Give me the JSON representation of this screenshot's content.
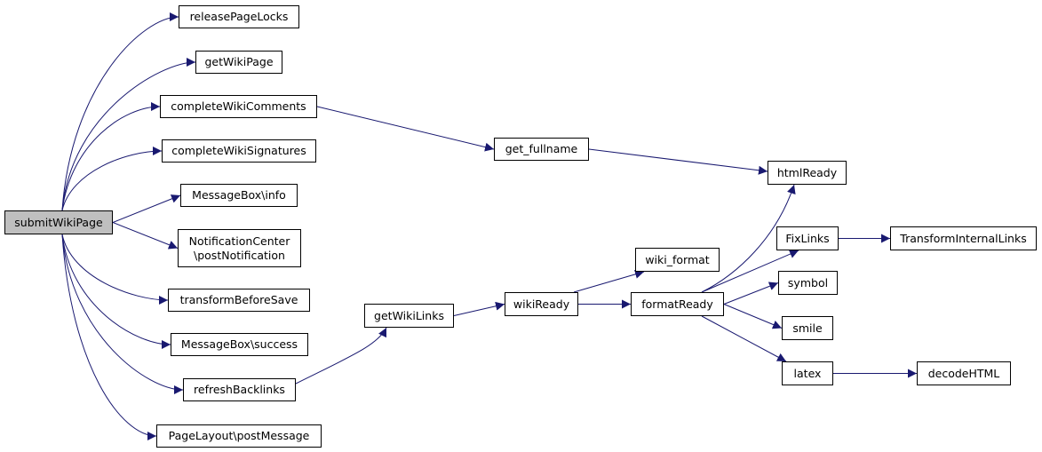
{
  "graph": {
    "root_fill": "#bfbfbf",
    "edge_color": "#191970",
    "nodes": [
      {
        "id": "submitWikiPage",
        "label": "submitWikiPage",
        "root": true
      },
      {
        "id": "releasePageLocks",
        "label": "releasePageLocks"
      },
      {
        "id": "getWikiPage",
        "label": "getWikiPage"
      },
      {
        "id": "completeWikiComments",
        "label": "completeWikiComments"
      },
      {
        "id": "completeWikiSignatures",
        "label": "completeWikiSignatures"
      },
      {
        "id": "MessageBoxInfo",
        "label": "MessageBox\\info"
      },
      {
        "id": "NotificationCenter",
        "label": "NotificationCenter\n\\postNotification"
      },
      {
        "id": "transformBeforeSave",
        "label": "transformBeforeSave"
      },
      {
        "id": "MessageBoxSuccess",
        "label": "MessageBox\\success"
      },
      {
        "id": "refreshBacklinks",
        "label": "refreshBacklinks"
      },
      {
        "id": "PageLayoutPostMessage",
        "label": "PageLayout\\postMessage"
      },
      {
        "id": "get_fullname",
        "label": "get_fullname"
      },
      {
        "id": "getWikiLinks",
        "label": "getWikiLinks"
      },
      {
        "id": "wikiReady",
        "label": "wikiReady"
      },
      {
        "id": "wiki_format",
        "label": "wiki_format"
      },
      {
        "id": "formatReady",
        "label": "formatReady"
      },
      {
        "id": "htmlReady",
        "label": "htmlReady"
      },
      {
        "id": "FixLinks",
        "label": "FixLinks"
      },
      {
        "id": "TransformInternalLinks",
        "label": "TransformInternalLinks"
      },
      {
        "id": "symbol",
        "label": "symbol"
      },
      {
        "id": "smile",
        "label": "smile"
      },
      {
        "id": "latex",
        "label": "latex"
      },
      {
        "id": "decodeHTML",
        "label": "decodeHTML"
      }
    ],
    "edges": [
      [
        "submitWikiPage",
        "releasePageLocks"
      ],
      [
        "submitWikiPage",
        "getWikiPage"
      ],
      [
        "submitWikiPage",
        "completeWikiComments"
      ],
      [
        "submitWikiPage",
        "completeWikiSignatures"
      ],
      [
        "submitWikiPage",
        "MessageBoxInfo"
      ],
      [
        "submitWikiPage",
        "NotificationCenter"
      ],
      [
        "submitWikiPage",
        "transformBeforeSave"
      ],
      [
        "submitWikiPage",
        "MessageBoxSuccess"
      ],
      [
        "submitWikiPage",
        "refreshBacklinks"
      ],
      [
        "submitWikiPage",
        "PageLayoutPostMessage"
      ],
      [
        "completeWikiComments",
        "get_fullname"
      ],
      [
        "get_fullname",
        "htmlReady"
      ],
      [
        "refreshBacklinks",
        "getWikiLinks"
      ],
      [
        "getWikiLinks",
        "wikiReady"
      ],
      [
        "wikiReady",
        "wiki_format"
      ],
      [
        "wikiReady",
        "formatReady"
      ],
      [
        "formatReady",
        "htmlReady"
      ],
      [
        "formatReady",
        "FixLinks"
      ],
      [
        "formatReady",
        "symbol"
      ],
      [
        "formatReady",
        "smile"
      ],
      [
        "formatReady",
        "latex"
      ],
      [
        "FixLinks",
        "TransformInternalLinks"
      ],
      [
        "latex",
        "decodeHTML"
      ]
    ]
  }
}
